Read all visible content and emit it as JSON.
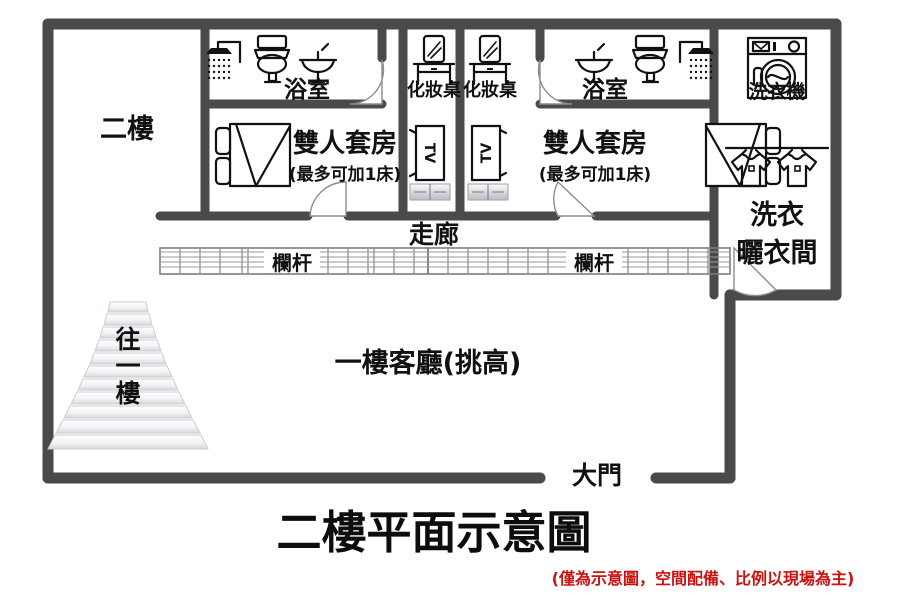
{
  "title": "二樓平面示意圖",
  "disclaimer": "(僅為示意圖，空間配備、比例以現場為主)",
  "floor_label": "二樓",
  "rooms": [
    {
      "id": "bathroom-left",
      "label": "浴室",
      "fixtures": [
        "shower-icon",
        "toilet-icon",
        "sink-icon"
      ]
    },
    {
      "id": "suite-left",
      "label": "雙人套房",
      "sublabel": "(最多可加1床)",
      "furniture": [
        "bed-icon",
        "tv-icon",
        "cabinet-icon",
        "vanity-icon"
      ]
    },
    {
      "id": "vanity-left",
      "label": "化妝桌"
    },
    {
      "id": "vanity-right",
      "label": "化妝桌"
    },
    {
      "id": "suite-right",
      "label": "雙人套房",
      "sublabel": "(最多可加1床)",
      "furniture": [
        "bed-icon",
        "tv-icon",
        "cabinet-icon",
        "vanity-icon"
      ]
    },
    {
      "id": "bathroom-right",
      "label": "浴室",
      "fixtures": [
        "sink-icon",
        "toilet-icon",
        "shower-icon"
      ]
    },
    {
      "id": "laundry",
      "label_machine": "洗衣機",
      "label_room_line1": "洗衣",
      "label_room_line2": "曬衣間",
      "fixtures": [
        "washing-machine-icon",
        "clothesline-icon"
      ]
    }
  ],
  "corridor": {
    "label": "走廊"
  },
  "railings": [
    {
      "id": "railing-left",
      "label": "欄杆"
    },
    {
      "id": "railing-right",
      "label": "欄杆"
    }
  ],
  "stairs": {
    "label_chars": [
      "往",
      "一",
      "樓"
    ],
    "label": "往一樓",
    "step_count": 12
  },
  "atrium": {
    "label": "一樓客廳(挑高)"
  },
  "entrance": {
    "label": "大門"
  },
  "colors": {
    "wall": "#4a4a4a",
    "ink": "#111111",
    "note_red": "#cc1111",
    "background": "#ffffff",
    "rail": "#8f8f8f",
    "step": "#e9ebee"
  }
}
